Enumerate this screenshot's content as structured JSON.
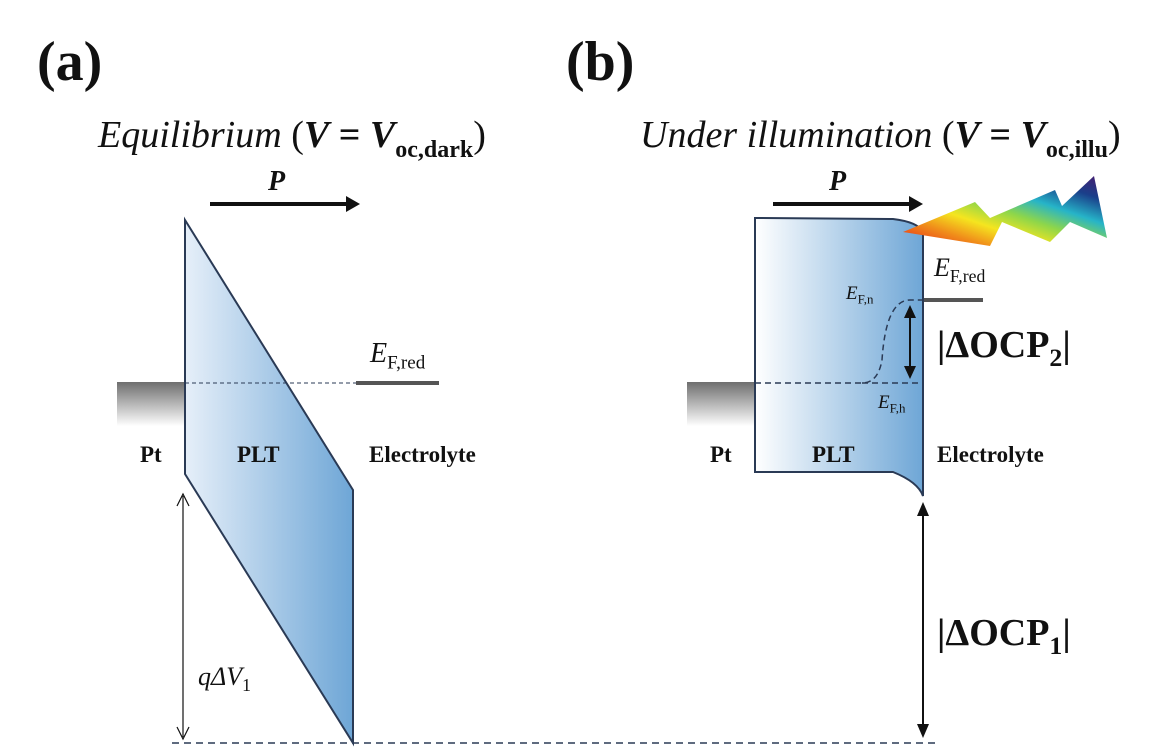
{
  "panels": [
    {
      "label": "(a)",
      "title": {
        "main": "Equilibrium",
        "var": "V",
        "eq": "=",
        "sym": "V",
        "sub": "oc,dark"
      },
      "polarization": "P",
      "energy_level": {
        "symbol": "E",
        "sub": "F,red"
      },
      "regions": {
        "left": "Pt",
        "middle": "PLT",
        "right": "Electrolyte"
      },
      "potential_drop": {
        "prefix": "qΔ",
        "var": "V",
        "sub": "1"
      }
    },
    {
      "label": "(b)",
      "title": {
        "main": "Under illumination",
        "var": "V",
        "eq": "=",
        "sym": "V",
        "sub": "oc,illu"
      },
      "polarization": "P",
      "energy_level": {
        "symbol": "E",
        "sub": "F,red"
      },
      "quasi_fermi_n": {
        "symbol": "E",
        "sub": "F,n"
      },
      "quasi_fermi_h": {
        "symbol": "E",
        "sub": "F,h"
      },
      "regions": {
        "left": "Pt",
        "middle": "PLT",
        "right": "Electrolyte"
      },
      "ocp2": {
        "text": "|ΔOCP",
        "sub": "2",
        "end": "|"
      },
      "ocp1": {
        "text": "|ΔOCP",
        "sub": "1",
        "end": "|"
      }
    }
  ],
  "colors": {
    "band_light": "#e8f0f9",
    "band_dark": "#6fa8d8",
    "outline": "#2a3a55",
    "metal": "#7a7a7a",
    "level_line": "#555555"
  }
}
